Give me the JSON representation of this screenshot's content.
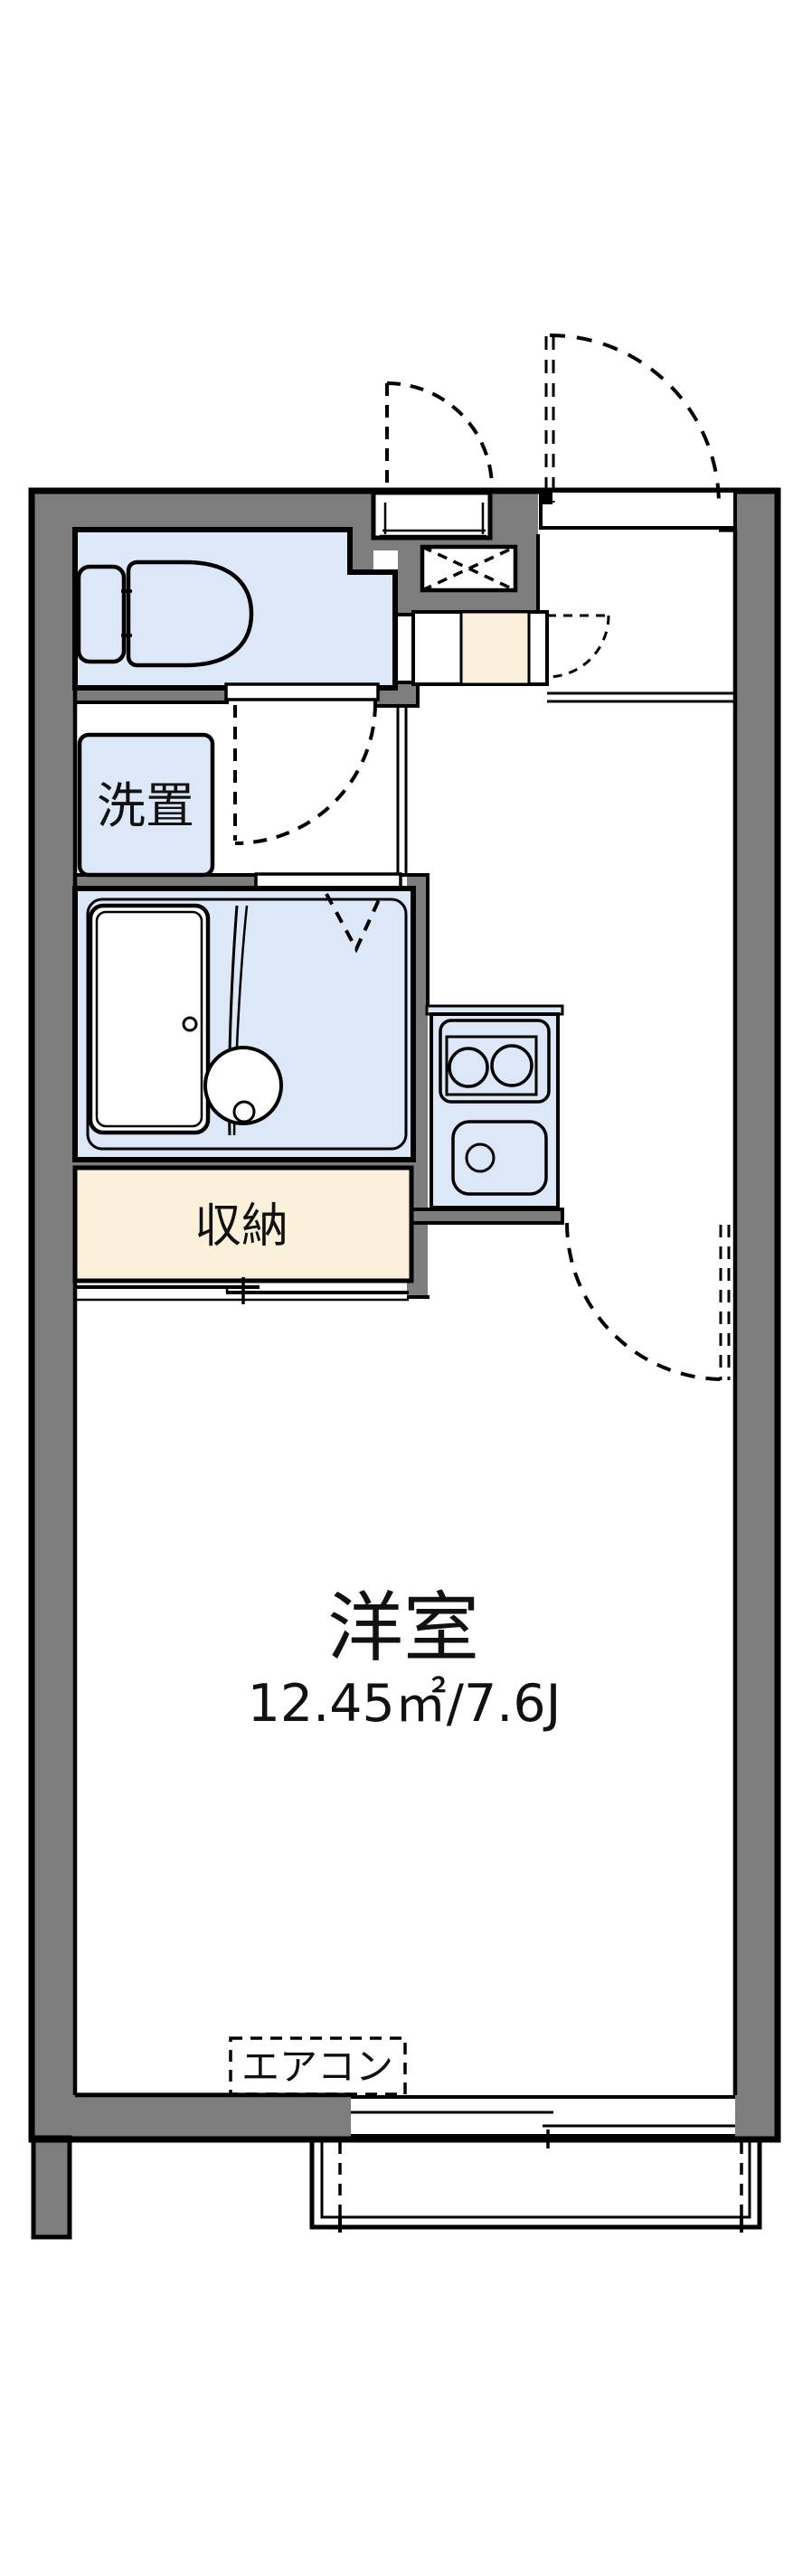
{
  "labels": {
    "laundry": "洗置",
    "storage": "収納",
    "room_name": "洋室",
    "room_area": "12.45㎡/7.6J",
    "aircon": "エアコン"
  },
  "colors": {
    "wall_gray": "#7d7d7d",
    "room_blue": "#dce8f8",
    "storage_cream": "#fbf1da",
    "line_black": "#000000",
    "background": "#ffffff"
  }
}
